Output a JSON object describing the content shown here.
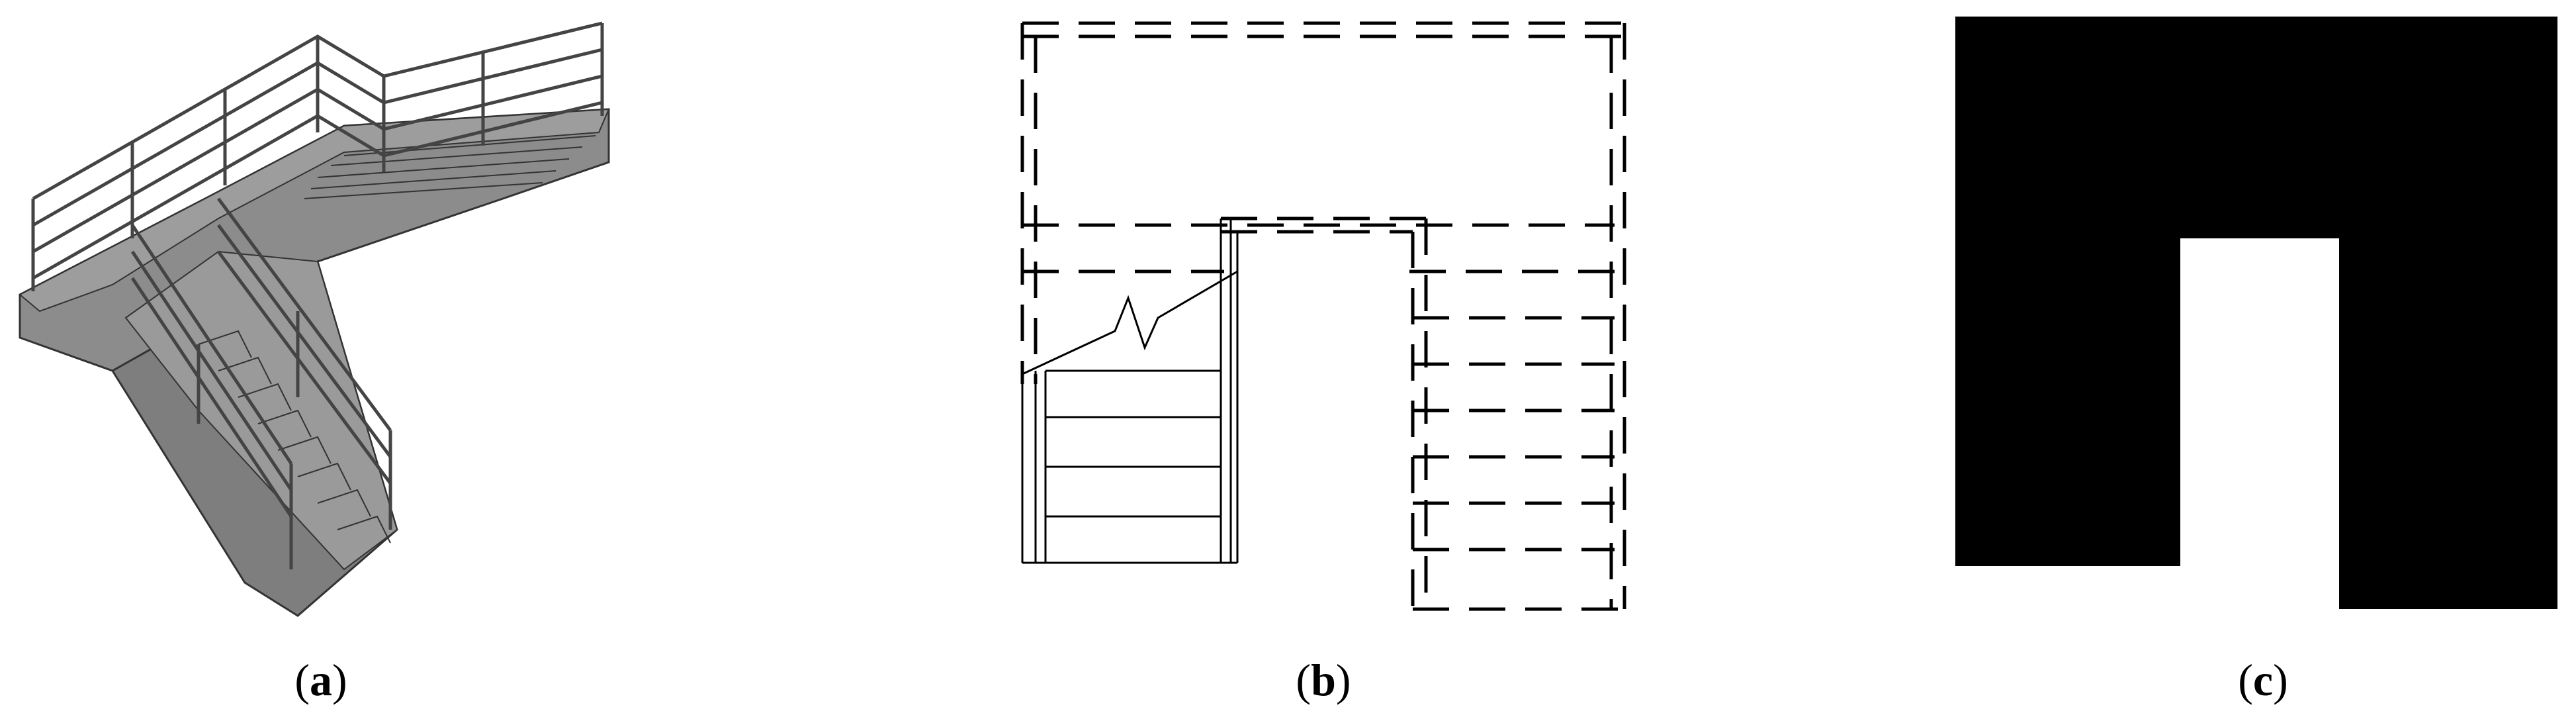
{
  "panels": [
    {
      "id": "a",
      "caption_open": "(",
      "caption_letter": "a",
      "caption_close": ")"
    },
    {
      "id": "b",
      "caption_open": "(",
      "caption_letter": "b",
      "caption_close": ")"
    },
    {
      "id": "c",
      "caption_open": "(",
      "caption_letter": "c",
      "caption_close": ")"
    }
  ],
  "colors": {
    "stair_face": "#8a8a8a",
    "stair_dark": "#6b6b6b",
    "stair_light": "#a9a9a9",
    "rail": "#555555",
    "line": "#000000",
    "solid_block": "#000000",
    "background": "#ffffff"
  }
}
